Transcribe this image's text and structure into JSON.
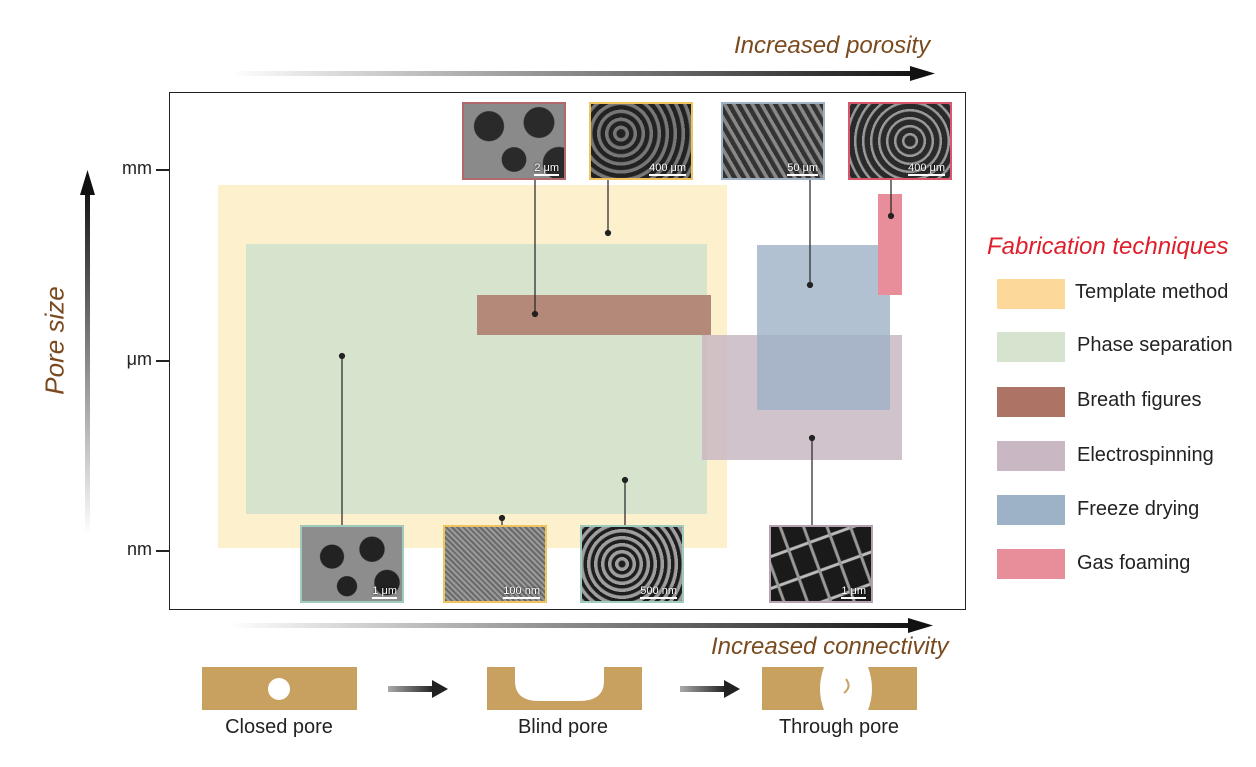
{
  "labels": {
    "top_arrow": "Increased porosity",
    "bottom_arrow": "Increased connectivity",
    "y_axis": "Pore size"
  },
  "y_ticks": [
    "mm",
    "μm",
    "nm"
  ],
  "legend": {
    "title": "Fabrication techniques",
    "title_color": "#e01d2a",
    "items": [
      {
        "label": "Template method",
        "color": "#fcd99a"
      },
      {
        "label": "Phase separation",
        "color": "#d6e3cf"
      },
      {
        "label": "Breath figures",
        "color": "#ad7465"
      },
      {
        "label": "Electrospinning",
        "color": "#c9b8c3"
      },
      {
        "label": "Freeze drying",
        "color": "#9db2c7"
      },
      {
        "label": "Gas foaming",
        "color": "#e88e9b"
      }
    ]
  },
  "micrographs": [
    {
      "scale": "2 μm",
      "border": "#b0686a"
    },
    {
      "scale": "400 μm",
      "border": "#f0c45c"
    },
    {
      "scale": "50 μm",
      "border": "#9fb2c3"
    },
    {
      "scale": "400 μm",
      "border": "#d9556a"
    },
    {
      "scale": "1 μm",
      "border": "#9fcbbf"
    },
    {
      "scale": "100 nm",
      "border": "#f0c45c"
    },
    {
      "scale": "500 nm",
      "border": "#9fcbbf"
    },
    {
      "scale": "1 μm",
      "border": "#b5a2b0"
    }
  ],
  "pore_types": [
    "Closed pore",
    "Blind pore",
    "Through pore"
  ],
  "colors": {
    "pore_material": "#c8a160",
    "axis_brown": "#7a4a1e"
  }
}
